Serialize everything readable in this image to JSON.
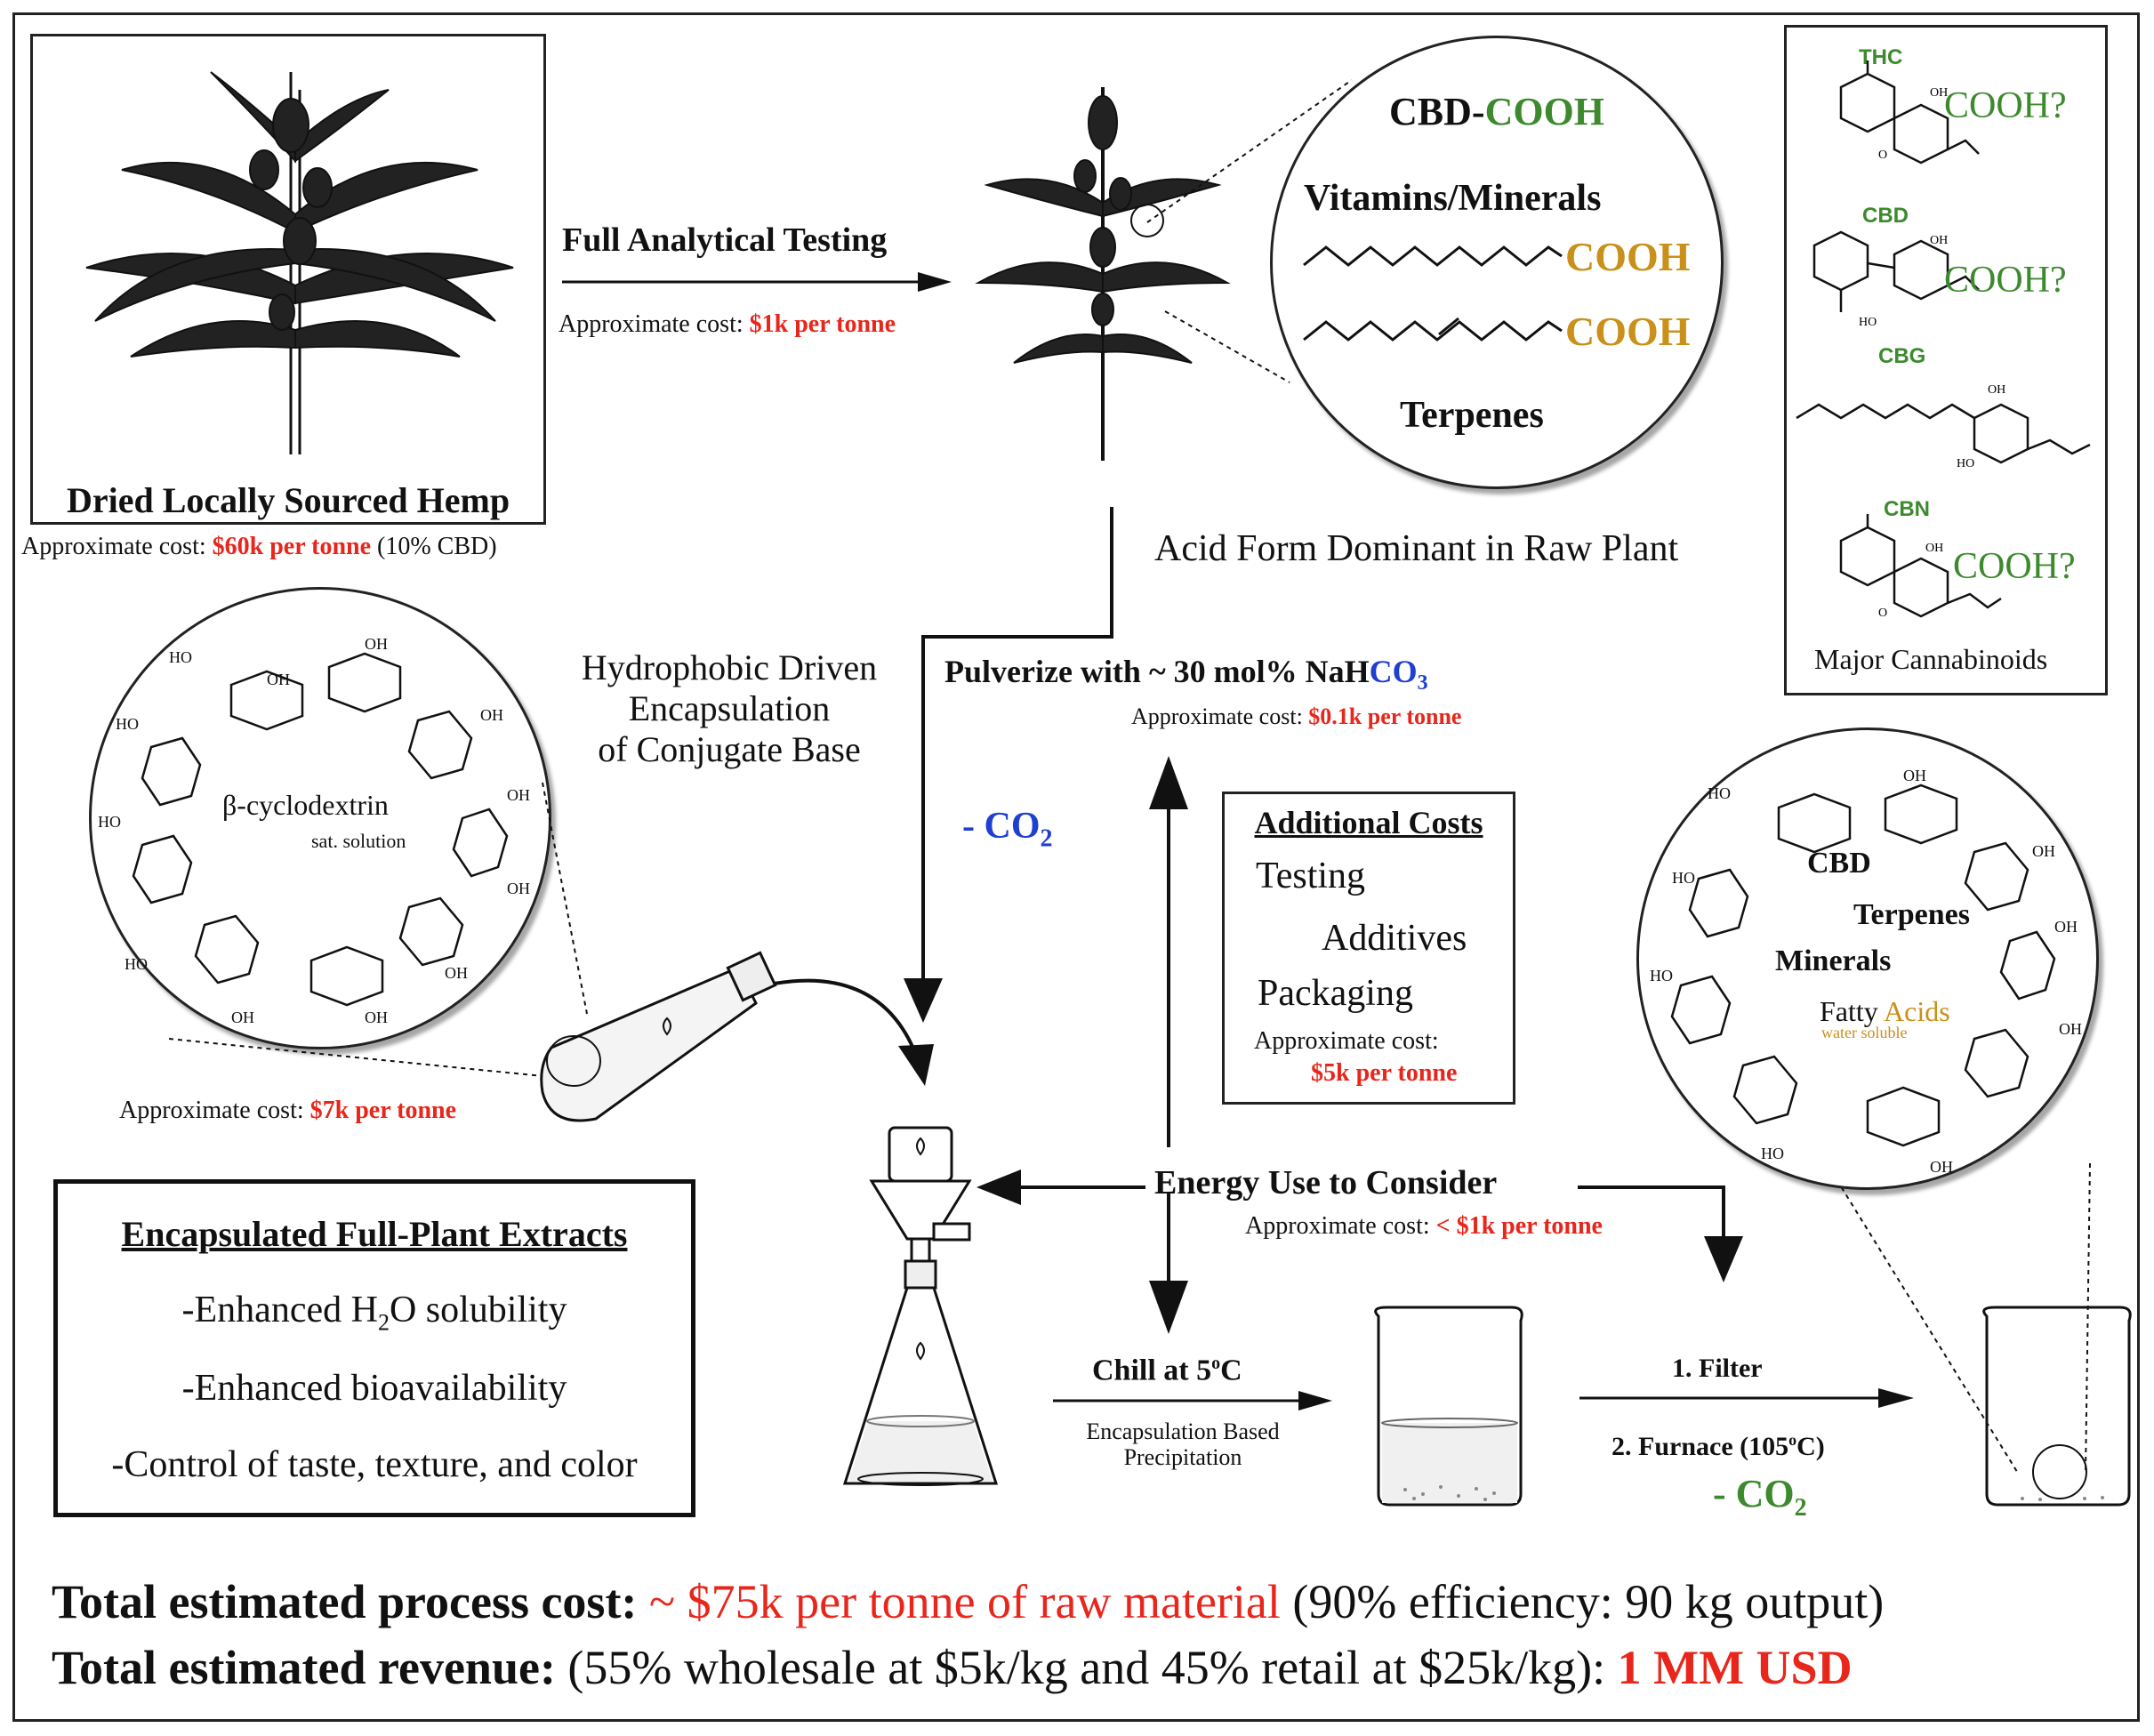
{
  "hemp": {
    "caption": "Dried Locally Sourced Hemp",
    "cost_prefix": "Approximate cost: ",
    "cost_value": "$60k per tonne",
    "cost_suffix": " (10% CBD)"
  },
  "testing": {
    "label": "Full Analytical Testing",
    "cost_prefix": "Approximate cost: ",
    "cost_value": "$1k per tonne"
  },
  "zoom": {
    "cbd": "CBD-",
    "cooh": "COOH",
    "vitamins": "Vitamins/Minerals",
    "fatty_acid_1": "COOH",
    "fatty_acid_2": "COOH",
    "terpenes": "Terpenes"
  },
  "acid_form": "Acid Form Dominant in Raw Plant",
  "cannabinoids": {
    "thc": "THC",
    "cbd": "CBD",
    "cbg": "CBG",
    "cbn": "CBN",
    "cooh_q": "COOH?",
    "caption": "Major Cannabinoids"
  },
  "hydrophobic": {
    "line1": "Hydrophobic Driven",
    "line2": "Encapsulation",
    "line3": "of Conjugate Base"
  },
  "pulverize": {
    "label": "Pulverize with ~ 30 mol% NaH",
    "co3": "CO",
    "co3_sub": "3",
    "cost_prefix": "Approximate cost: ",
    "cost_value": "$0.1k per tonne"
  },
  "minus_co2_left": {
    "text": "- CO",
    "sub": "2"
  },
  "cyclodextrin": {
    "name": "β-cyclodextrin",
    "sub": "sat. solution",
    "cost_prefix": "Approximate cost: ",
    "cost_value": "$7k per tonne"
  },
  "additional": {
    "title": "Additional Costs",
    "item1": "Testing",
    "item2": "Additives",
    "item3": "Packaging",
    "cost_prefix": "Approximate cost:",
    "cost_value": "$5k per tonne"
  },
  "energy": {
    "label": "Energy Use to Consider",
    "cost_prefix": "Approximate cost: ",
    "cost_value": "< $1k per tonne"
  },
  "chill": {
    "label": "Chill at 5",
    "sup": "o",
    "unit": "C",
    "sub1": "Encapsulation Based",
    "sub2": "Precipitation"
  },
  "filter": {
    "step1": "1. Filter",
    "step2_prefix": "2. Furnace (105",
    "sup": "o",
    "step2_suffix": "C)",
    "co2": "- CO",
    "co2_sub": "2"
  },
  "encap_circle": {
    "cbd": "CBD",
    "terpenes": "Terpenes",
    "minerals": "Minerals",
    "fatty": "Fatty ",
    "acids": "Acids",
    "water": "water soluble"
  },
  "extracts": {
    "title": "Encapsulated Full-Plant Extracts",
    "line1_a": "-Enhanced H",
    "line1_sub": "2",
    "line1_b": "O solubility",
    "line2": "-Enhanced bioavailability",
    "line3": "-Control of taste, texture, and color"
  },
  "totals": {
    "cost_label": "Total estimated process cost: ",
    "cost_value": "~ $75k per tonne of raw material",
    "cost_suffix": " (90% efficiency: 90 kg output)",
    "rev_label": "Total estimated revenue: ",
    "rev_mid": "(55% wholesale at $5k/kg and 45% retail at $25k/kg): ",
    "rev_value": "1 MM USD"
  },
  "colors": {
    "red": "#e8261b",
    "green": "#3d8a2e",
    "gold": "#c9901a",
    "blue": "#1f3fd1"
  }
}
